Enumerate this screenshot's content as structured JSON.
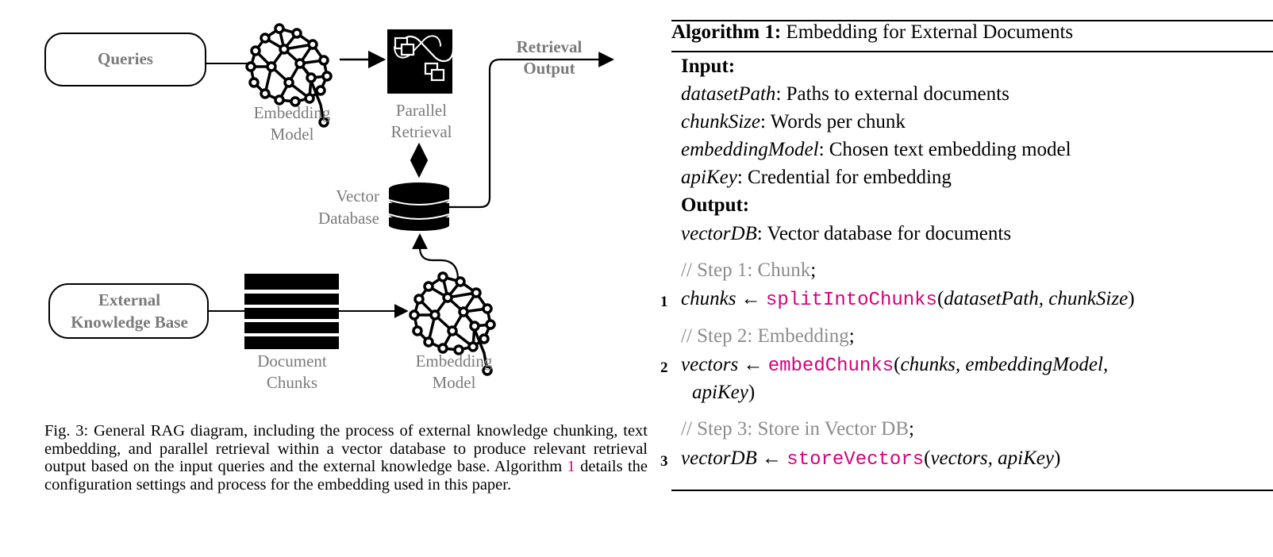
{
  "diagram": {
    "queries_label": "Queries",
    "embedding_model_top": [
      "Embedding",
      "Model"
    ],
    "parallel_retrieval": [
      "Parallel",
      "Retrieval"
    ],
    "retrieval_output": [
      "Retrieval",
      "Output"
    ],
    "vector_database": [
      "Vector",
      "Database"
    ],
    "external_kb": [
      "External",
      "Knowledge Base"
    ],
    "document_chunks": [
      "Document",
      "Chunks"
    ],
    "embedding_model_bottom": [
      "Embedding",
      "Model"
    ]
  },
  "caption": {
    "before_ref": "Fig. 3: General RAG diagram, including the process of external knowledge chunking, text embedding, and parallel retrieval within a vector database to produce relevant retrieval output based on the input queries and the external knowledge base. Algorithm ",
    "ref": "1",
    "after_ref": " details the configuration settings and process for the embedding used in this paper."
  },
  "algorithm": {
    "title_bold": "Algorithm 1:",
    "title_rest": " Embedding for External Documents",
    "input_heading": "Input:",
    "inputs": [
      {
        "name": "datasetPath",
        "desc": ": Paths to external documents"
      },
      {
        "name": "chunkSize",
        "desc": ": Words per chunk"
      },
      {
        "name": "embeddingModel",
        "desc": ": Chosen text embedding model"
      },
      {
        "name": "apiKey",
        "desc": ": Credential for embedding"
      }
    ],
    "output_heading": "Output:",
    "outputs": [
      {
        "name": "vectorDB",
        "desc": ": Vector database for documents"
      }
    ],
    "comment1": "// Step 1: Chunk",
    "step1": {
      "num": "1",
      "var": "chunks",
      "arrow": " ← ",
      "fn": "splitIntoChunks",
      "args": "datasetPath, chunkSize"
    },
    "comment2": "// Step 2: Embedding",
    "step2": {
      "num": "2",
      "var": "vectors",
      "arrow": " ← ",
      "fn": "embedChunks",
      "args1": "chunks, embeddingModel,",
      "args2": "apiKey"
    },
    "comment3": "// Step 3: Store in Vector DB",
    "step3": {
      "num": "3",
      "var": "vectorDB",
      "arrow": " ← ",
      "fn": "storeVectors",
      "args": "vectors, apiKey"
    }
  }
}
